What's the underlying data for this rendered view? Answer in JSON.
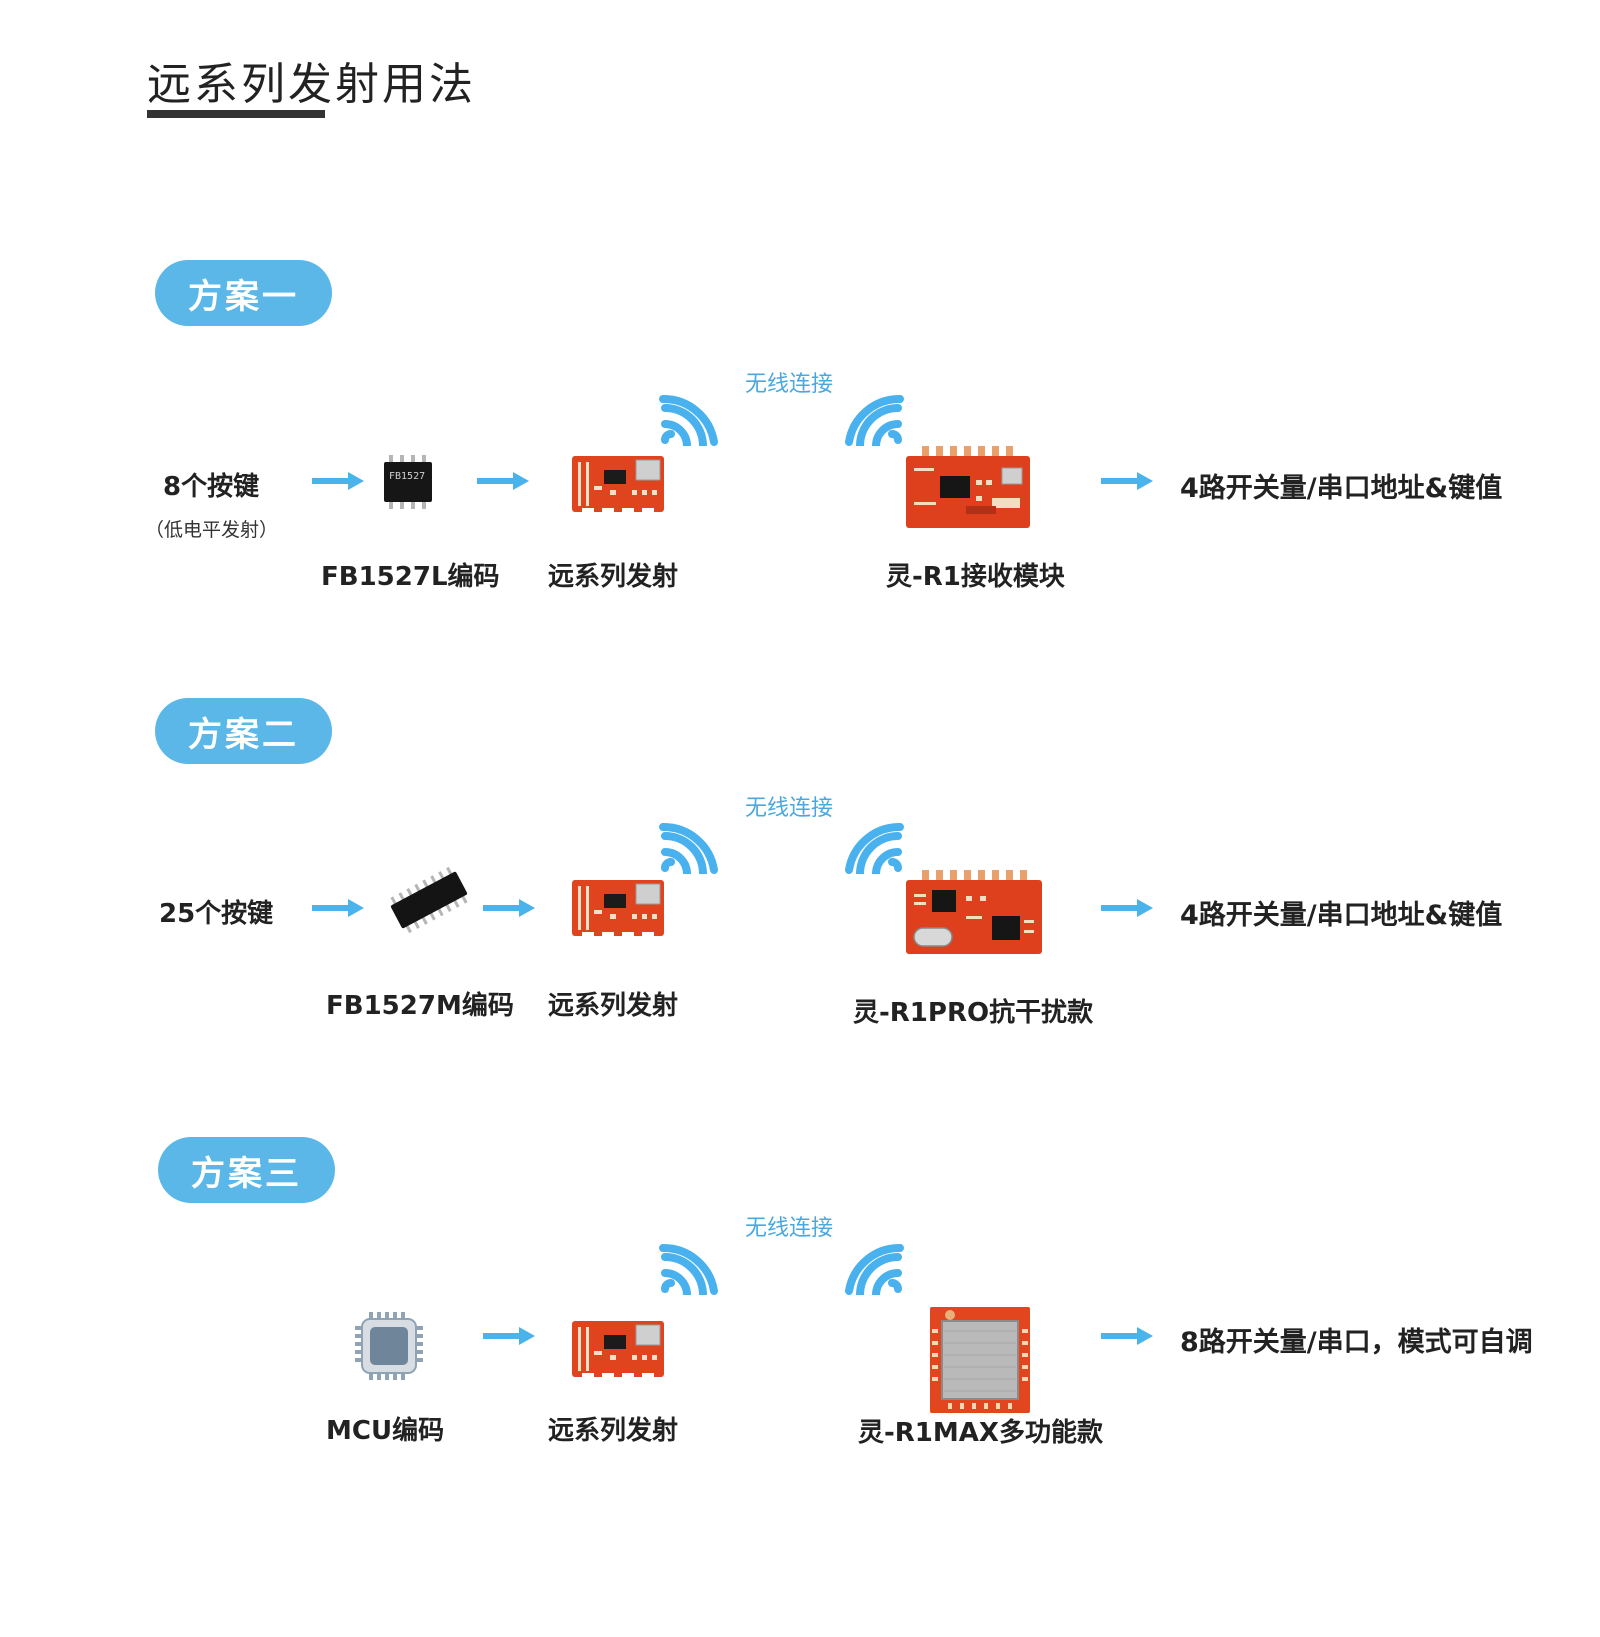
{
  "page": {
    "title": "远系列发射用法"
  },
  "colors": {
    "accent": "#5bb7e8",
    "wireless_text": "#4aa8e0",
    "module_red": "#e0431d"
  },
  "icons": {
    "arrow": "right-arrow-icon",
    "wave_left": "wifi-signal-icon",
    "wave_right": "wifi-signal-icon",
    "mcu": "cpu-chip-icon"
  },
  "schemes": [
    {
      "badge": "方案一",
      "wireless": "无线连接",
      "input_label": "8个按键",
      "input_sublabel": "（低电平发射）",
      "chip_mark": "FB1527",
      "encoder_label": "FB1527L编码",
      "transmitter_label": "远系列发射",
      "receiver_label": "灵-R1接收模块",
      "output_label": "4路开关量/串口地址&键值"
    },
    {
      "badge": "方案二",
      "wireless": "无线连接",
      "input_label": "25个按键",
      "encoder_label": "FB1527M编码",
      "transmitter_label": "远系列发射",
      "receiver_label": "灵-R1PRO抗干扰款",
      "output_label": "4路开关量/串口地址&键值"
    },
    {
      "badge": "方案三",
      "wireless": "无线连接",
      "encoder_label": "MCU编码",
      "transmitter_label": "远系列发射",
      "receiver_label": "灵-R1MAX多功能款",
      "output_label": "8路开关量/串口，模式可自调"
    }
  ]
}
